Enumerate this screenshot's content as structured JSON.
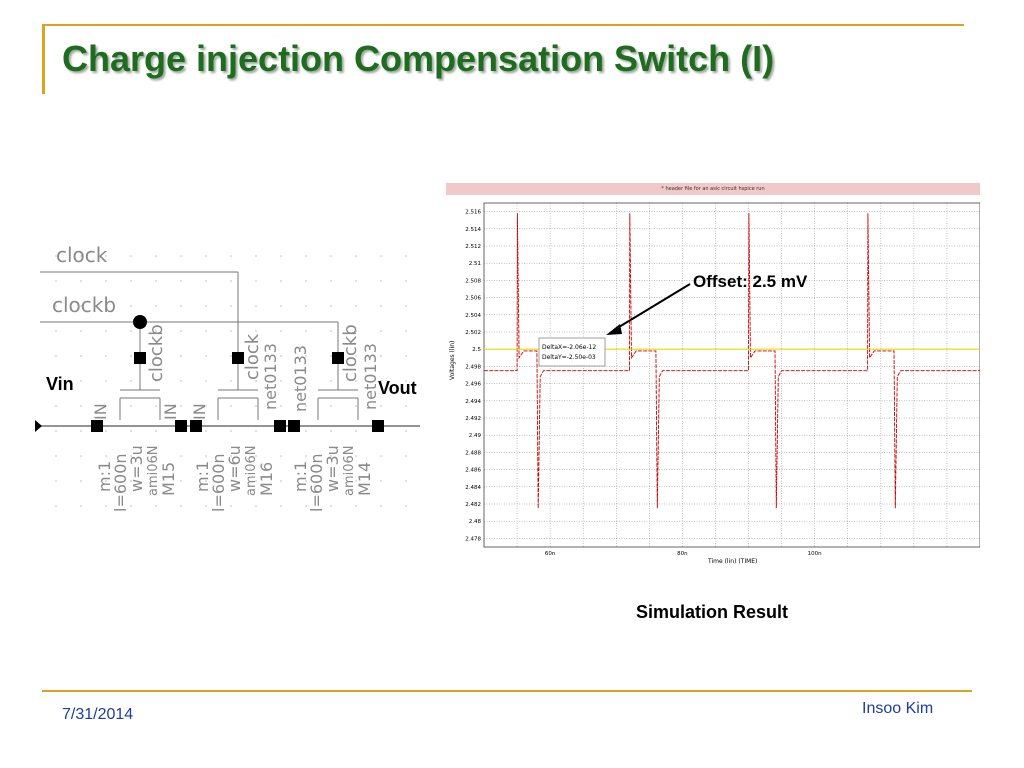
{
  "slide": {
    "title": "Charge injection Compensation Switch (I)",
    "date": "7/31/2014",
    "author": "Insoo Kim"
  },
  "schematic": {
    "vin_label": "Vin",
    "vout_label": "Vout",
    "clock_label": "clock",
    "clockb_label": "clockb",
    "transistors": [
      {
        "gate": "clockb",
        "left_pin": "IN",
        "right_pin": "IN",
        "m": "m:1",
        "l": "l=600n",
        "w": "w=3u",
        "model": "ami06N",
        "name": "M15"
      },
      {
        "gate": "clock",
        "left_pin": "IN",
        "right_pin": "net0133",
        "m": "m:1",
        "l": "l=600n",
        "w": "w=6u",
        "model": "ami06N",
        "name": "M16"
      },
      {
        "gate": "clockb",
        "left_pin": "net0133",
        "right_pin": "net0133",
        "m": "m:1",
        "l": "l=600n",
        "w": "w=3u",
        "model": "ami06N",
        "name": "M14"
      }
    ]
  },
  "simulation": {
    "header_text": "* header file for an asic circuit hspice run",
    "offset_label": "Offset: 2.5 mV",
    "caption": "Simulation Result",
    "delta_x": "DeltaX=-2.06e-12",
    "delta_y": "DeltaY=-2.50e-03",
    "ylabel": "Voltages (lin)",
    "xlabel": "Time (lin) (TIME)",
    "colors": {
      "trace": "#cc0000",
      "reference": "#e6d800"
    }
  },
  "chart_data": {
    "type": "line",
    "title": "* header file for an asic circuit hspice run",
    "xlabel": "Time (lin) (TIME)",
    "ylabel": "Voltages (lin)",
    "x_unit": "n",
    "xlim": [
      50,
      125
    ],
    "ylim": [
      2.477,
      2.517
    ],
    "x_ticks": [
      "60n",
      "80n",
      "100n"
    ],
    "y_ticks": [
      "2.516",
      "2.514",
      "2.512",
      "2.51",
      "2.508",
      "2.506",
      "2.504",
      "2.502",
      "2.5",
      "2.498",
      "2.496",
      "2.494",
      "2.492",
      "2.49",
      "2.488",
      "2.486",
      "2.484",
      "2.482",
      "2.48",
      "2.478"
    ],
    "grid": true,
    "series": [
      {
        "x": [
          50,
          55,
          55.05,
          55.3,
          56,
          58,
          58.2,
          58.5,
          59,
          72,
          72.05,
          72.3,
          73,
          76,
          76.2,
          76.5,
          77,
          90,
          90.05,
          90.3,
          91,
          94,
          94.2,
          94.5,
          95,
          108,
          108.05,
          108.3,
          109,
          112,
          112.2,
          112.5,
          113,
          125
        ],
        "y": [
          2.4975,
          2.4975,
          2.5158,
          2.499,
          2.4998,
          2.4998,
          2.4815,
          2.4968,
          2.4975,
          2.4975,
          2.5158,
          2.499,
          2.4998,
          2.4998,
          2.4815,
          2.4968,
          2.4975,
          2.4975,
          2.5158,
          2.499,
          2.4998,
          2.4998,
          2.4815,
          2.4968,
          2.4975,
          2.4975,
          2.5158,
          2.499,
          2.4998,
          2.4998,
          2.4815,
          2.4968,
          2.4975,
          2.4975
        ]
      },
      {
        "x": [
          50,
          125
        ],
        "y": [
          2.5,
          2.5
        ]
      }
    ]
  }
}
